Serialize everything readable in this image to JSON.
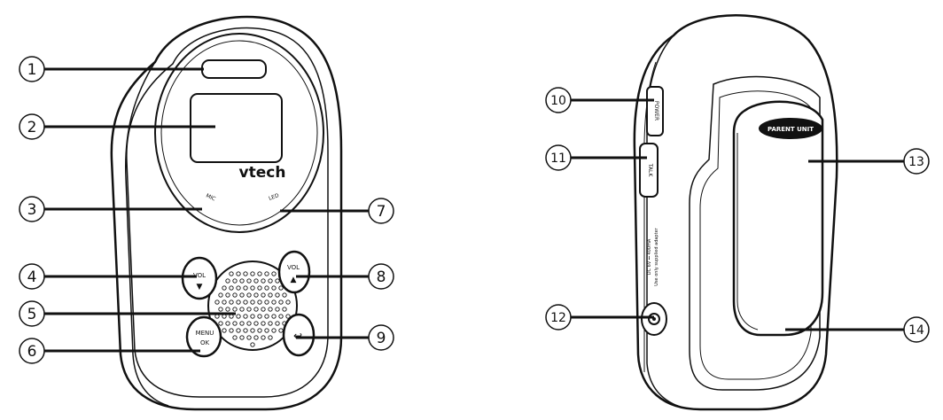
{
  "front_callouts": [
    "1",
    "2",
    "3",
    "4",
    "5",
    "6",
    "7",
    "8",
    "9"
  ],
  "back_callouts": [
    "10",
    "11",
    "12",
    "13",
    "14"
  ],
  "device_labels": {
    "brand": "vtech",
    "mic": "MIC",
    "led": "LED",
    "vol_down": "VOL",
    "vol_up": "VOL",
    "menu": "MENU",
    "ok": "OK",
    "power": "POWER",
    "talk": "TALK",
    "parent_unit": "PARENT UNIT",
    "adapter_line1": "DC 6V ⎓ 400mA",
    "adapter_line2": "Use only supplied adapter"
  }
}
